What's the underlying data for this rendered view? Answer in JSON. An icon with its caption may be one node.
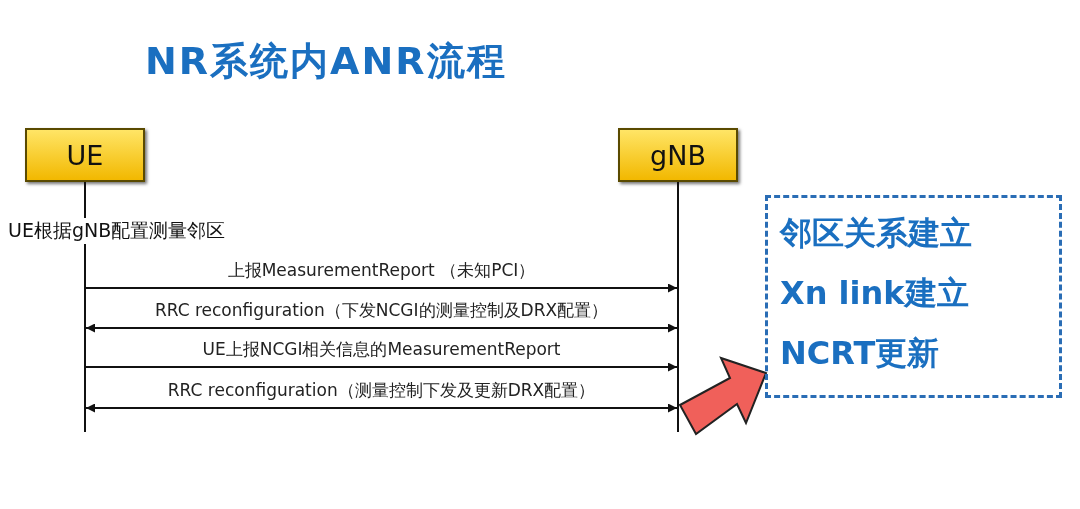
{
  "diagram": {
    "title": "NR系统内ANR流程",
    "nodes": [
      {
        "text": [
          "UE"
        ]
      },
      {
        "text": [
          "gNB"
        ]
      },
      {
        "text": [
          "邻区关系建立",
          "Xn link建立",
          "NCRT更新"
        ]
      }
    ],
    "edges": [
      {
        "from": 0,
        "to": 1,
        "arrow": "to",
        "label": "上报MeasurementReport （未知PCI）"
      },
      {
        "from": 0,
        "to": 1,
        "arrow": "both",
        "label": "RRC reconfiguration（下发NCGI的测量控制及DRX配置）"
      },
      {
        "from": 0,
        "to": 1,
        "arrow": "to",
        "label": "UE上报NCGI相关信息的MeasurementReport"
      },
      {
        "from": 0,
        "to": 1,
        "arrow": "both",
        "label": "RRC reconfiguration（测量控制下发及更新DRX配置）"
      },
      {
        "from": 1,
        "to": 2,
        "arrow": "to",
        "style": "thick",
        "color": "#f0605a"
      }
    ],
    "labels": [
      "UE根据gNB配置测量邻区"
    ]
  }
}
